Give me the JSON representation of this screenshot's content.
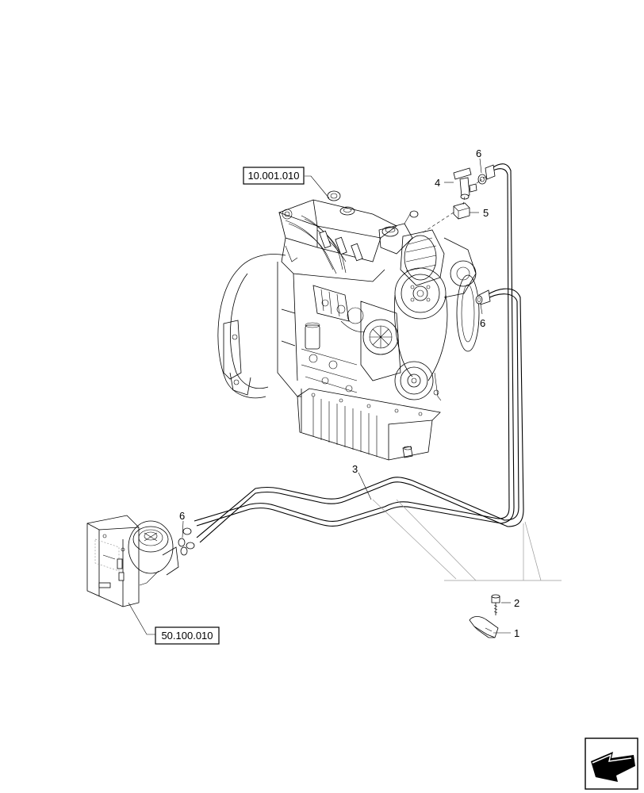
{
  "references": {
    "engine": "10.001.010",
    "heater": "50.100.010"
  },
  "callouts": {
    "c1": "1",
    "c2": "2",
    "c3": "3",
    "c4": "4",
    "c5": "5",
    "c6_top": "6",
    "c6_mid": "6",
    "c6_heater": "6"
  },
  "icons": {
    "corner_nav": "previous-page-arrow-icon"
  }
}
